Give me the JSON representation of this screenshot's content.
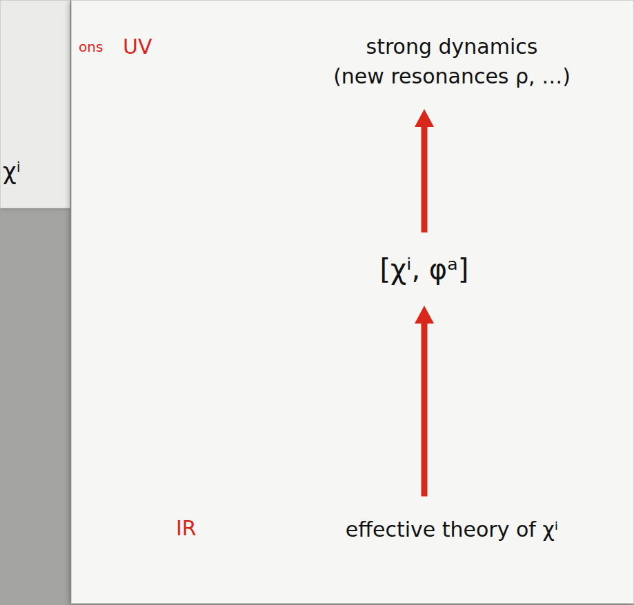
{
  "diagram": {
    "nodes": [
      {
        "text": [
          "strong dynamics",
          "(new resonances ρ, …)"
        ]
      },
      {
        "text": [
          "[χⁱ, φᵃ]"
        ]
      },
      {
        "text": [
          "effective theory of χⁱ"
        ]
      }
    ],
    "edges": [
      {
        "from": 2,
        "to": 1,
        "arrow": "to"
      },
      {
        "from": 1,
        "to": 0,
        "arrow": "to"
      }
    ],
    "labels": [
      "ons",
      "UV",
      "χⁱ",
      "IR"
    ]
  }
}
